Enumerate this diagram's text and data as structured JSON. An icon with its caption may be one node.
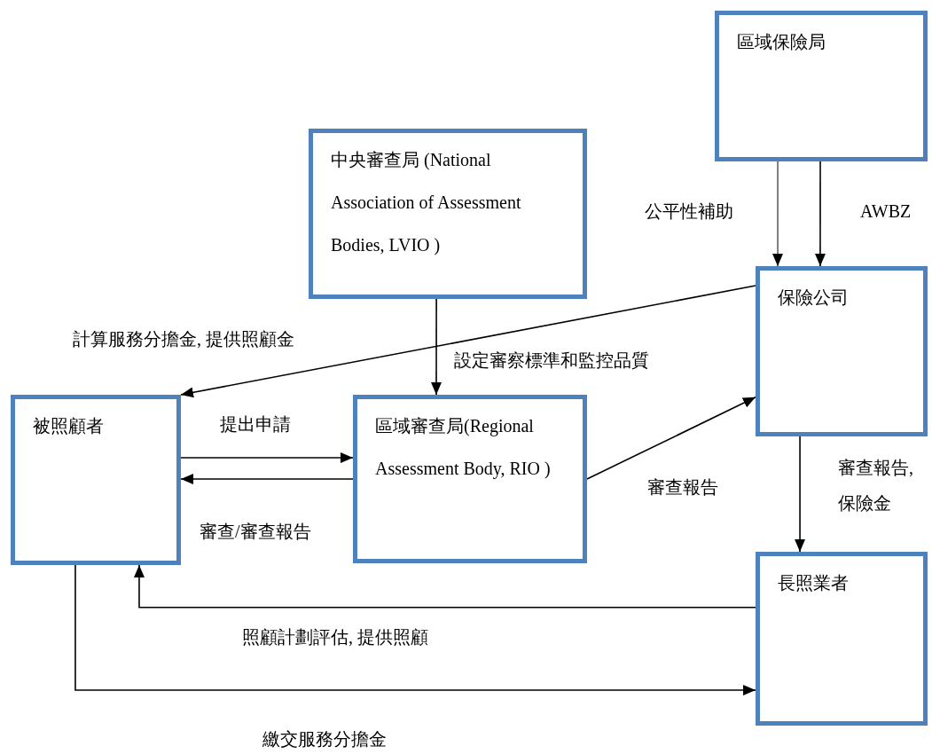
{
  "diagram": {
    "nodes": [
      {
        "text": [
          "區域保險局"
        ]
      },
      {
        "text": [
          "中央審查局 (National Association of Assessment Bodies, LVIO )"
        ]
      },
      {
        "text": [
          "保險公司"
        ]
      },
      {
        "text": [
          "被照顧者"
        ]
      },
      {
        "text": [
          "區域審查局(Regional Assessment Body, RIO )"
        ]
      },
      {
        "text": [
          "長照業者"
        ]
      }
    ],
    "edges": [
      {
        "from": 0,
        "to": 2,
        "arrow": "to",
        "label": "公平性補助"
      },
      {
        "from": 0,
        "to": 2,
        "arrow": "to",
        "label": "AWBZ"
      },
      {
        "from": 2,
        "to": 3,
        "arrow": "to",
        "label": "計算服務分擔金, 提供照顧金"
      },
      {
        "from": 1,
        "to": 4,
        "arrow": "to",
        "label": "設定審察標準和監控品質"
      },
      {
        "from": 3,
        "to": 4,
        "arrow": "to",
        "label": "提出申請"
      },
      {
        "from": 4,
        "to": 3,
        "arrow": "to",
        "label": "審查/審查報告"
      },
      {
        "from": 4,
        "to": 2,
        "arrow": "to",
        "label": "審查報告"
      },
      {
        "from": 2,
        "to": 5,
        "arrow": "to",
        "label": "審查報告, 保險金"
      },
      {
        "from": 5,
        "to": 3,
        "arrow": "to",
        "label": "照顧計劃評估, 提供照顧"
      },
      {
        "from": 3,
        "to": 5,
        "arrow": "to",
        "label": "繳交服務分擔金"
      }
    ]
  }
}
